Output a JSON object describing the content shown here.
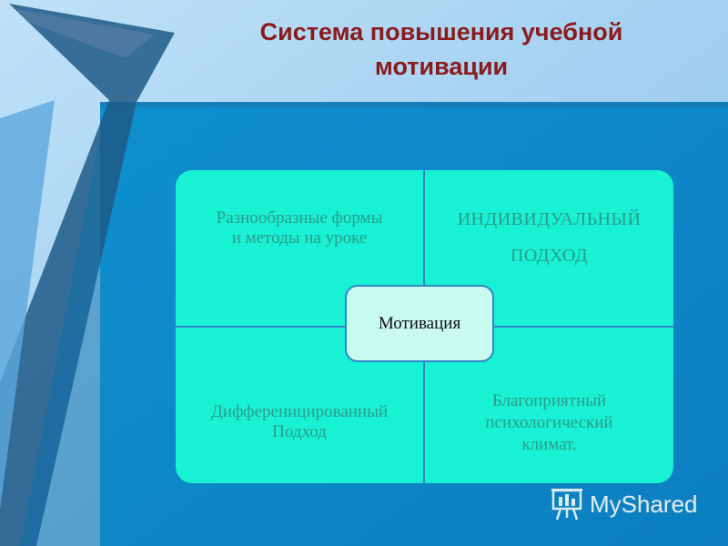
{
  "slide": {
    "title_line1": "Система повышения учебной",
    "title_line2": "мотивации"
  },
  "diagram": {
    "center": "Мотивация",
    "top_left": [
      "Разнообразные формы",
      "и методы на уроке"
    ],
    "top_right": [
      "ИНДИВИДУАЛЬНЫЙ",
      "ПОДХОД"
    ],
    "bottom_left": [
      "Дифференицированный",
      "Подход"
    ],
    "bottom_right": [
      "Благоприятный",
      "психологический",
      "климат."
    ]
  },
  "watermark": {
    "text": "MyShared"
  },
  "colors": {
    "title": "#8b1a1a",
    "quadrant_fill": "#19f1d4",
    "quadrant_text": "#2a9c8c",
    "center_fill": "#c8faee",
    "divider": "#2f86c6",
    "background_light": "#9ccbee",
    "background_panel": "#0f92d2"
  }
}
